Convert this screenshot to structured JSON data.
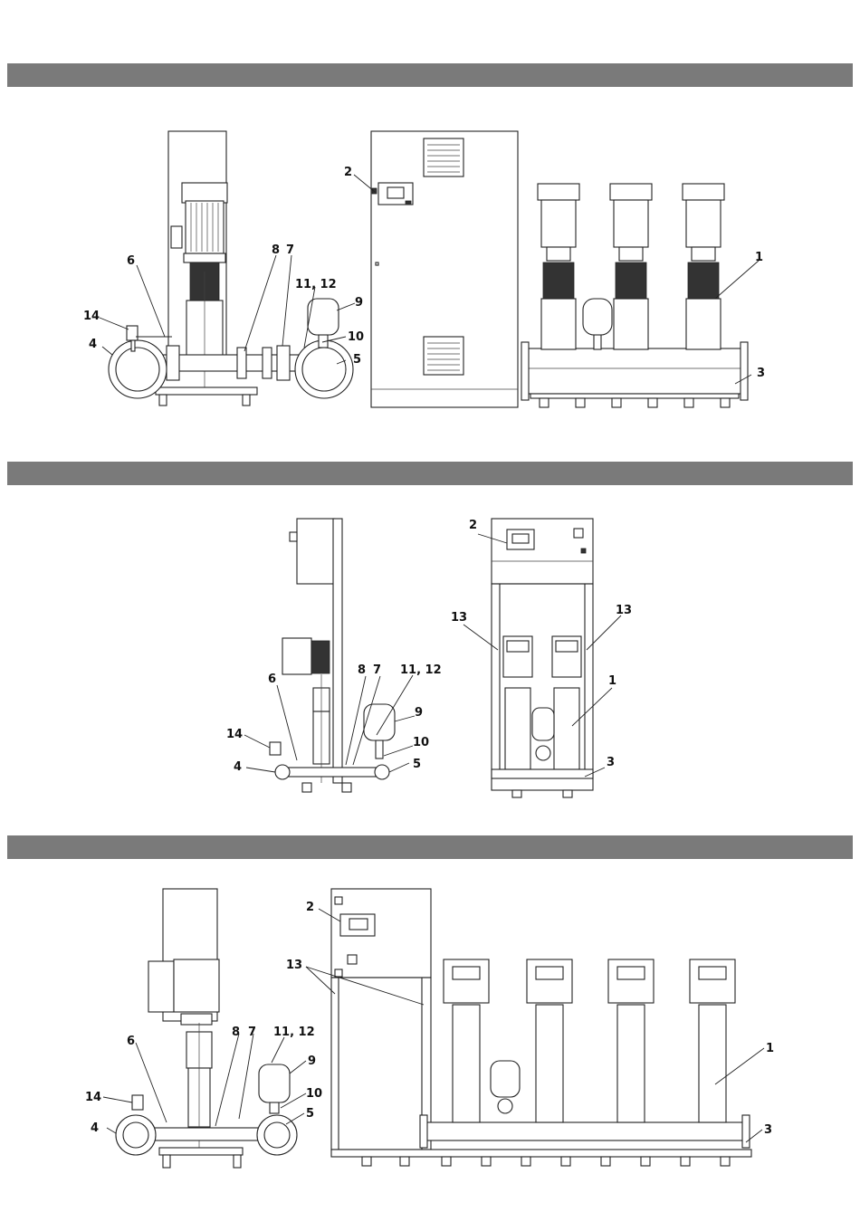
{
  "colors": {
    "band": "#7a7a7a",
    "line": "#222222"
  },
  "sections": [
    {
      "labels": {
        "l2": "2",
        "l1": "1",
        "l3": "3",
        "l4": "4",
        "l5": "5",
        "l6": "6",
        "l8": "8",
        "l7": "7",
        "l11_12": "11, 12",
        "l9": "9",
        "l10": "10",
        "l14": "14"
      }
    },
    {
      "labels": {
        "l2": "2",
        "l13a": "13",
        "l13b": "13",
        "l1": "1",
        "l3": "3",
        "l4": "4",
        "l5": "5",
        "l6": "6",
        "l8": "8",
        "l7": "7",
        "l11_12": "11, 12",
        "l9": "9",
        "l10": "10",
        "l14": "14"
      }
    },
    {
      "labels": {
        "l2": "2",
        "l13": "13",
        "l1": "1",
        "l3": "3",
        "l4": "4",
        "l5": "5",
        "l6": "6",
        "l8": "8",
        "l7": "7",
        "l11_12": "11, 12",
        "l9": "9",
        "l10": "10",
        "l14": "14"
      }
    }
  ]
}
